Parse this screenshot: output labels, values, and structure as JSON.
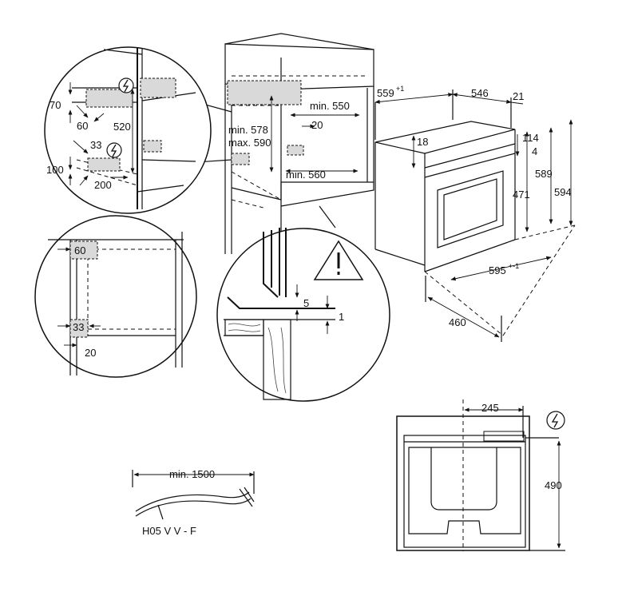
{
  "diagram": {
    "detail_top_left": {
      "dim_70": "70",
      "dim_60": "60",
      "dim_520": "520",
      "dim_33": "33",
      "dim_100": "100",
      "dim_200": "200"
    },
    "detail_middle_left": {
      "dim_60": "60",
      "dim_33": "33",
      "dim_20": "20"
    },
    "cabinet": {
      "min_550": "min. 550",
      "dim_20": "20",
      "min_578": "min. 578",
      "max_590": "max. 590",
      "min_560": "min. 560"
    },
    "detail_gap": {
      "dim_5": "5",
      "dim_1": "1"
    },
    "oven": {
      "dim_559": "559",
      "dim_559_tol": "+1",
      "dim_546": "546",
      "dim_21": "21",
      "dim_18": "18",
      "dim_114": "114",
      "dim_4": "4",
      "dim_471": "471",
      "dim_589": "589",
      "dim_594": "594",
      "dim_595": "595",
      "dim_595_tol": "+-1",
      "dim_460": "460"
    },
    "cable": {
      "min_1500": "min. 1500",
      "type": "H05 V V - F"
    },
    "back_view": {
      "dim_245": "245",
      "dim_490": "490"
    }
  }
}
